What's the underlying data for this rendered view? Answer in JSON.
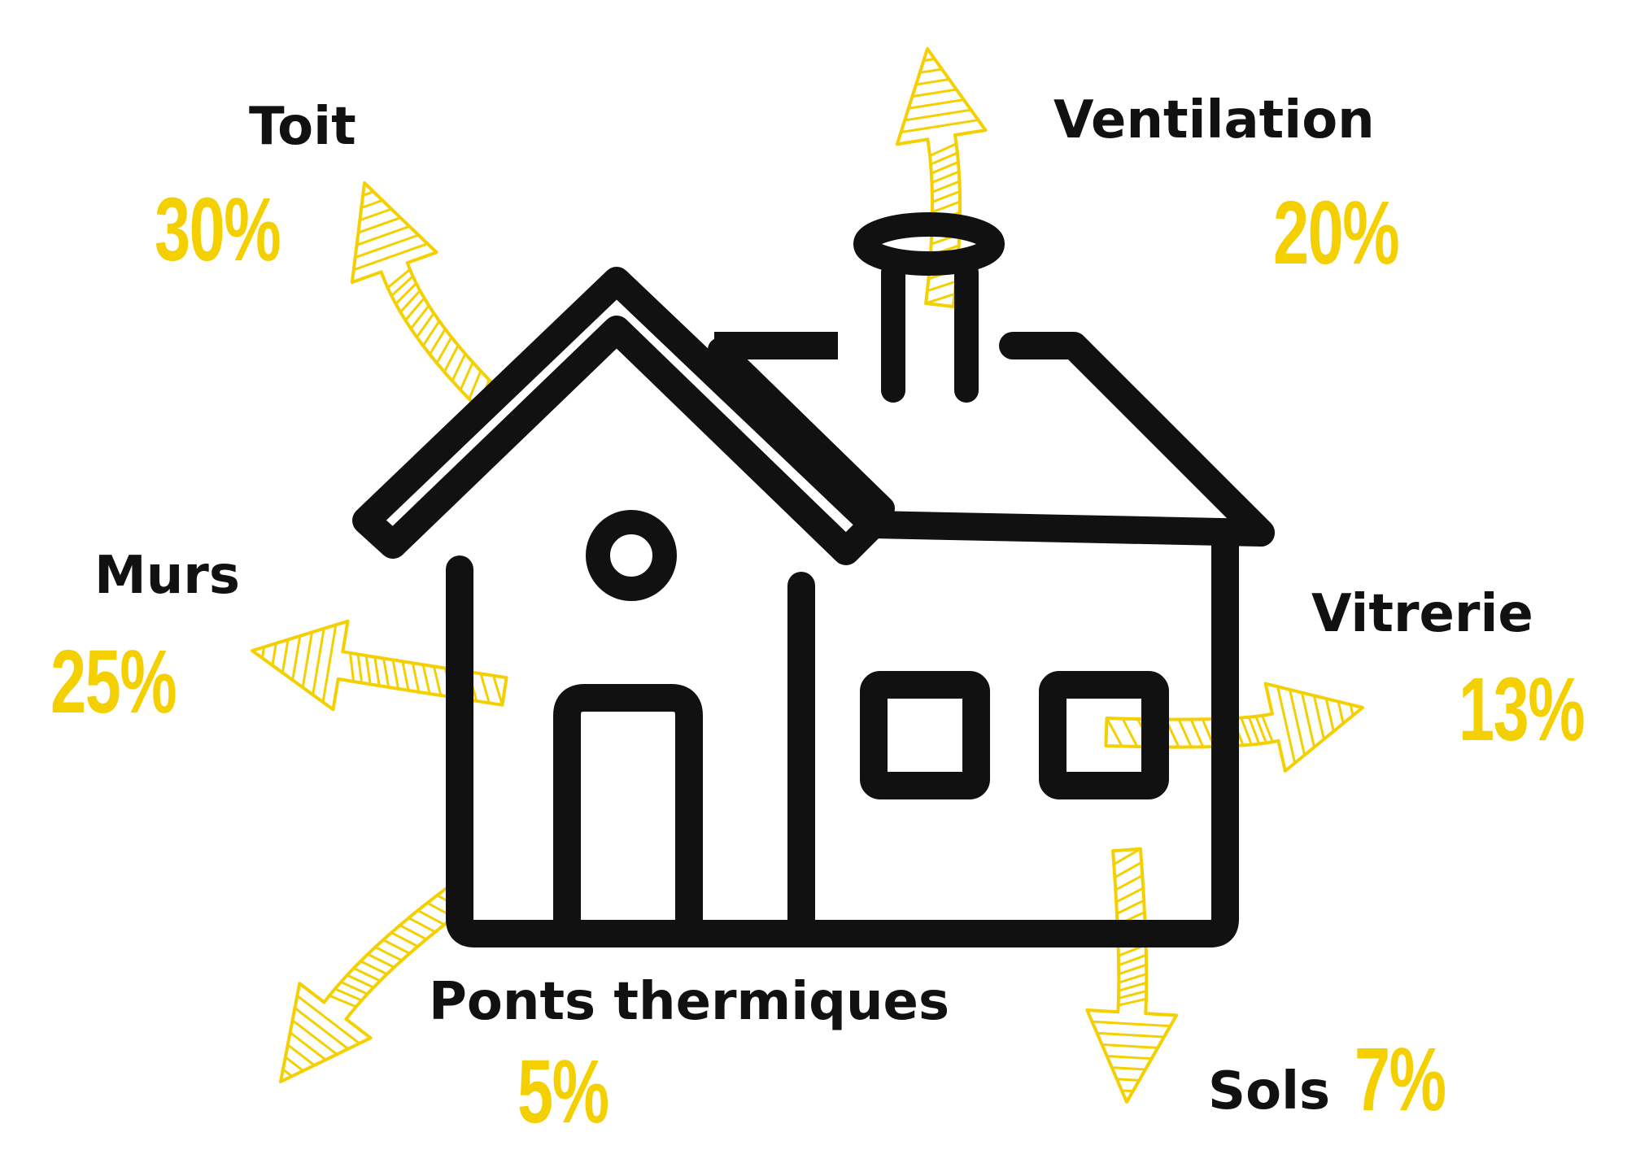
{
  "colors": {
    "accent": "#F5D000",
    "ink": "#111111",
    "background": "#FFFFFF"
  },
  "icon": "house-icon",
  "zones": {
    "toit": {
      "label": "Toit",
      "percent": "30%"
    },
    "ventilation": {
      "label": "Ventilation",
      "percent": "20%"
    },
    "murs": {
      "label": "Murs",
      "percent": "25%"
    },
    "vitrerie": {
      "label": "Vitrerie",
      "percent": "13%"
    },
    "ponts": {
      "label": "Ponts thermiques",
      "percent": "5%"
    },
    "sols": {
      "label": "Sols",
      "percent": "7%"
    }
  }
}
